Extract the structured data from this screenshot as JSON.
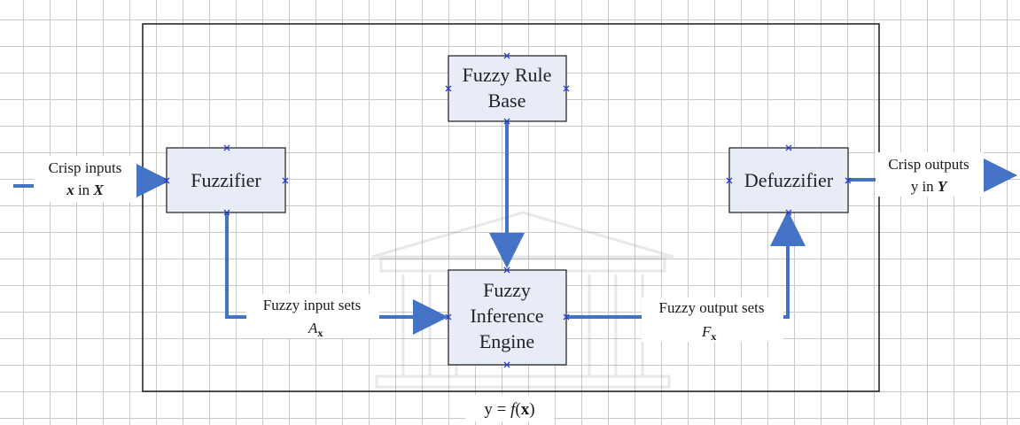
{
  "blocks": {
    "fuzzifier": "Fuzzifier",
    "rule_base_line1": "Fuzzy Rule",
    "rule_base_line2": "Base",
    "inference_line1": "Fuzzy",
    "inference_line2": "Inference",
    "inference_line3": "Engine",
    "defuzzifier": "Defuzzifier"
  },
  "labels": {
    "crisp_inputs": "Crisp inputs",
    "input_var": "x",
    "input_in": " in ",
    "input_set": "X",
    "fuzzy_input_sets": "Fuzzy input sets",
    "fuzzy_input_symbol": "A",
    "fuzzy_input_sub": "x",
    "fuzzy_output_sets": "Fuzzy output sets",
    "fuzzy_output_symbol": "F",
    "fuzzy_output_sub": "x",
    "crisp_outputs": "Crisp outputs",
    "output_var": "y in ",
    "output_set": "Y",
    "formula_prefix": "y = ",
    "formula_func": "f",
    "formula_open": "(",
    "formula_arg": "x",
    "formula_close": ")"
  },
  "colors": {
    "arrow": "#4472c4",
    "block_fill": "#e7ecf7",
    "block_stroke": "#1a1a1a",
    "handle": "#2a3fd6"
  }
}
